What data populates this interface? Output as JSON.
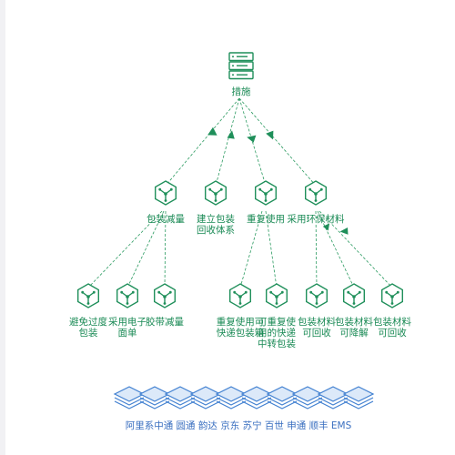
{
  "colors": {
    "node_green": "#1f8f5a",
    "edge_green": "#2a9a60",
    "label_green": "#1a8a55",
    "courier_blue": "#3f7fd0",
    "courier_text": "#3a6fc0"
  },
  "root": {
    "label": "措施",
    "icon": "server-icon"
  },
  "measures": [
    {
      "lines": [
        "包装减量"
      ],
      "icon": "spider-icon"
    },
    {
      "lines": [
        "建立包装",
        "回收体系"
      ],
      "icon": "spider-icon"
    },
    {
      "lines": [
        "重复使用"
      ],
      "icon": "spider-icon"
    },
    {
      "lines": [
        "采用环保材料"
      ],
      "icon": "spider-icon"
    }
  ],
  "actions": [
    {
      "lines": [
        "避免过度",
        "包装"
      ],
      "icon": "spider-icon"
    },
    {
      "lines": [
        "采用电子",
        "面单"
      ],
      "icon": "spider-icon"
    },
    {
      "lines": [
        "胶带减量"
      ],
      "icon": "spider-icon"
    },
    {
      "lines": [
        "重复使用可",
        "快递包装箱"
      ],
      "icon": "spider-icon"
    },
    {
      "lines": [
        "可重复使",
        "用的快递",
        "中转包装"
      ],
      "icon": "spider-icon"
    },
    {
      "lines": [
        "包装材料",
        "可回收"
      ],
      "icon": "spider-icon"
    },
    {
      "lines": [
        "包装材料",
        "可降解"
      ],
      "icon": "spider-icon"
    },
    {
      "lines": [
        "包装材料",
        "可回收"
      ],
      "icon": "spider-icon"
    }
  ],
  "couriers": {
    "icon": "stack-layers-icon",
    "count": 10,
    "label": "阿里系中通 圆通 韵达 京东 苏宁 百世 申通 顺丰 EMS"
  }
}
